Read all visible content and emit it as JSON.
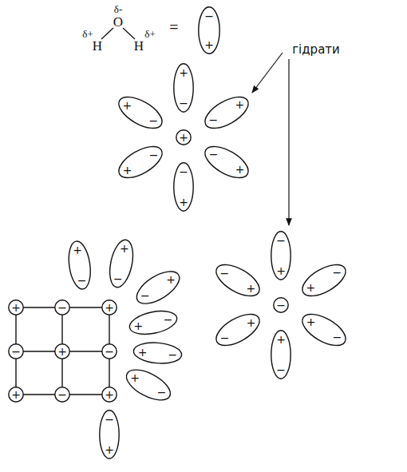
{
  "diagram": {
    "nodes": [
      {
        "text": [
          "−",
          "+"
        ]
      },
      {
        "text": [
          "+"
        ]
      },
      {
        "text": [
          "+",
          "−"
        ]
      },
      {
        "text": [
          "+",
          "−"
        ]
      },
      {
        "text": [
          "+",
          "−"
        ]
      },
      {
        "text": [
          "+",
          "−"
        ]
      },
      {
        "text": [
          "+",
          "−"
        ]
      },
      {
        "text": [
          "+",
          "−"
        ]
      },
      {
        "text": [
          "−"
        ]
      },
      {
        "text": [
          "−",
          "+"
        ]
      },
      {
        "text": [
          "−",
          "+"
        ]
      },
      {
        "text": [
          "−",
          "+"
        ]
      },
      {
        "text": [
          "−",
          "+"
        ]
      },
      {
        "text": [
          "−",
          "+"
        ]
      },
      {
        "text": [
          "−",
          "+"
        ]
      },
      {
        "text": [
          "+"
        ]
      },
      {
        "text": [
          "−"
        ]
      },
      {
        "text": [
          "+"
        ]
      },
      {
        "text": [
          "−"
        ]
      },
      {
        "text": [
          "+"
        ]
      },
      {
        "text": [
          "−"
        ]
      },
      {
        "text": [
          "+"
        ]
      },
      {
        "text": [
          "−"
        ]
      },
      {
        "text": [
          "+"
        ]
      },
      {
        "text": [
          "+",
          "−"
        ]
      },
      {
        "text": [
          "+",
          "−"
        ]
      },
      {
        "text": [
          "+",
          "−"
        ]
      },
      {
        "text": [
          "−",
          "+"
        ]
      },
      {
        "text": [
          "−",
          "+"
        ]
      },
      {
        "text": [
          "−",
          "+"
        ]
      },
      {
        "text": [
          "+",
          "−"
        ]
      }
    ],
    "labels": [
      "δ-",
      "O",
      "δ+",
      "δ+",
      "H",
      "H",
      "=",
      "гідрати"
    ]
  }
}
